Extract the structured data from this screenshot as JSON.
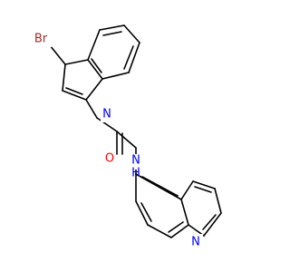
{
  "atoms": {
    "br": {
      "text": "Br",
      "color": "#a52a2a"
    },
    "n_indole": {
      "text": "N",
      "color": "#0000ff"
    },
    "o": {
      "text": "O",
      "color": "#ff0000"
    },
    "nh": {
      "text": "N",
      "color": "#0000ff"
    },
    "h": {
      "text": "H",
      "color": "#0000ff"
    },
    "n_quinoline": {
      "text": "N",
      "color": "#0000ff"
    }
  },
  "bond_color": "#000000",
  "background": "#ffffff"
}
